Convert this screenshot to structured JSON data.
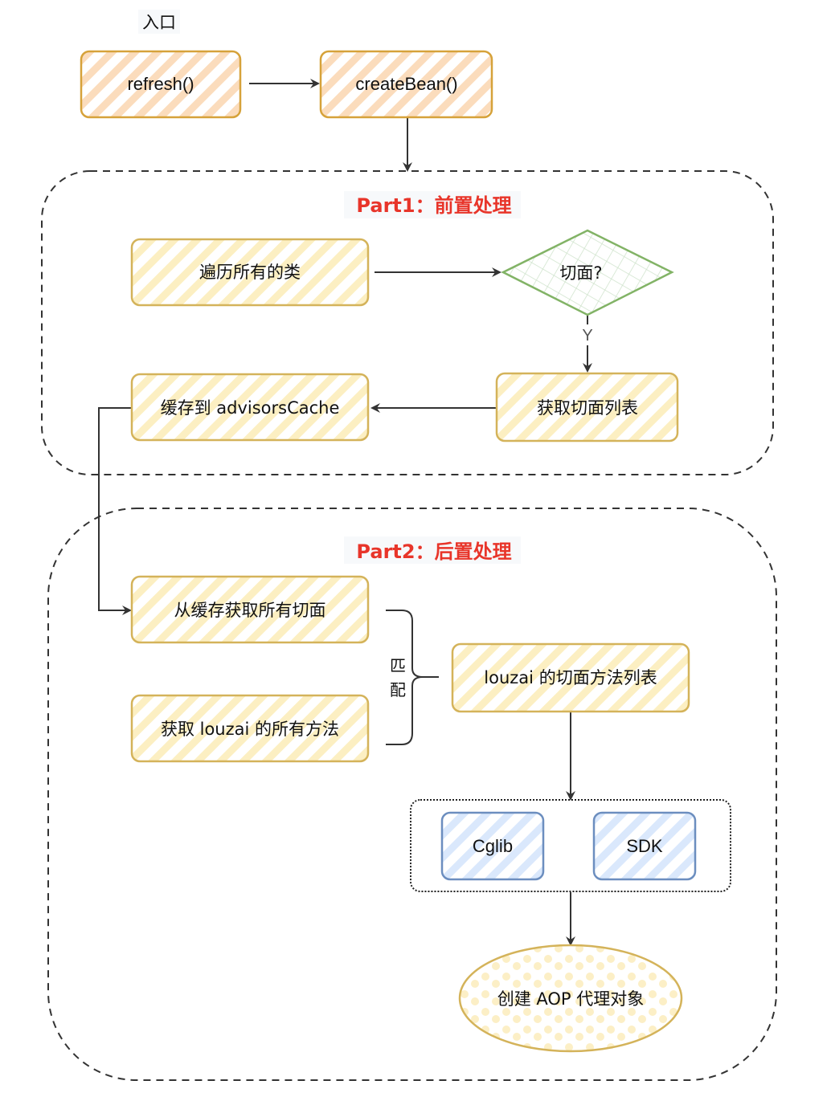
{
  "diagram": {
    "entry_label": "入口",
    "colors": {
      "orange_stroke": "#d6a23a",
      "orange_hatch": "#fbd9b4",
      "yellow_stroke": "#d4b35a",
      "yellow_hatch": "#fbecb8",
      "green_stroke": "#82b366",
      "green_hatch": "#d5e8d4",
      "blue_stroke": "#6c8ebf",
      "blue_hatch": "#dae8fc",
      "title_red": "#e8352a",
      "edge": "#333333"
    },
    "nodes": {
      "refresh": "refresh()",
      "create_bean": "createBean()",
      "iterate_classes": "遍历所有的类",
      "is_aspect": "切面?",
      "get_aspect_list": "获取切面列表",
      "cache_advisors": "缓存到 advisorsCache",
      "get_all_aspects_from_cache": "从缓存获取所有切面",
      "get_louzai_methods": "获取 louzai 的所有方法",
      "louzai_aspect_methods": "louzai 的切面方法列表",
      "cglib": "Cglib",
      "sdk": "SDK",
      "create_aop_proxy": "创建 AOP 代理对象"
    },
    "groups": {
      "part1_title": "Part1：前置处理",
      "part2_title": "Part2：后置处理"
    },
    "edges": {
      "yes_label": "Y",
      "match_label_1": "匹",
      "match_label_2": "配"
    }
  }
}
